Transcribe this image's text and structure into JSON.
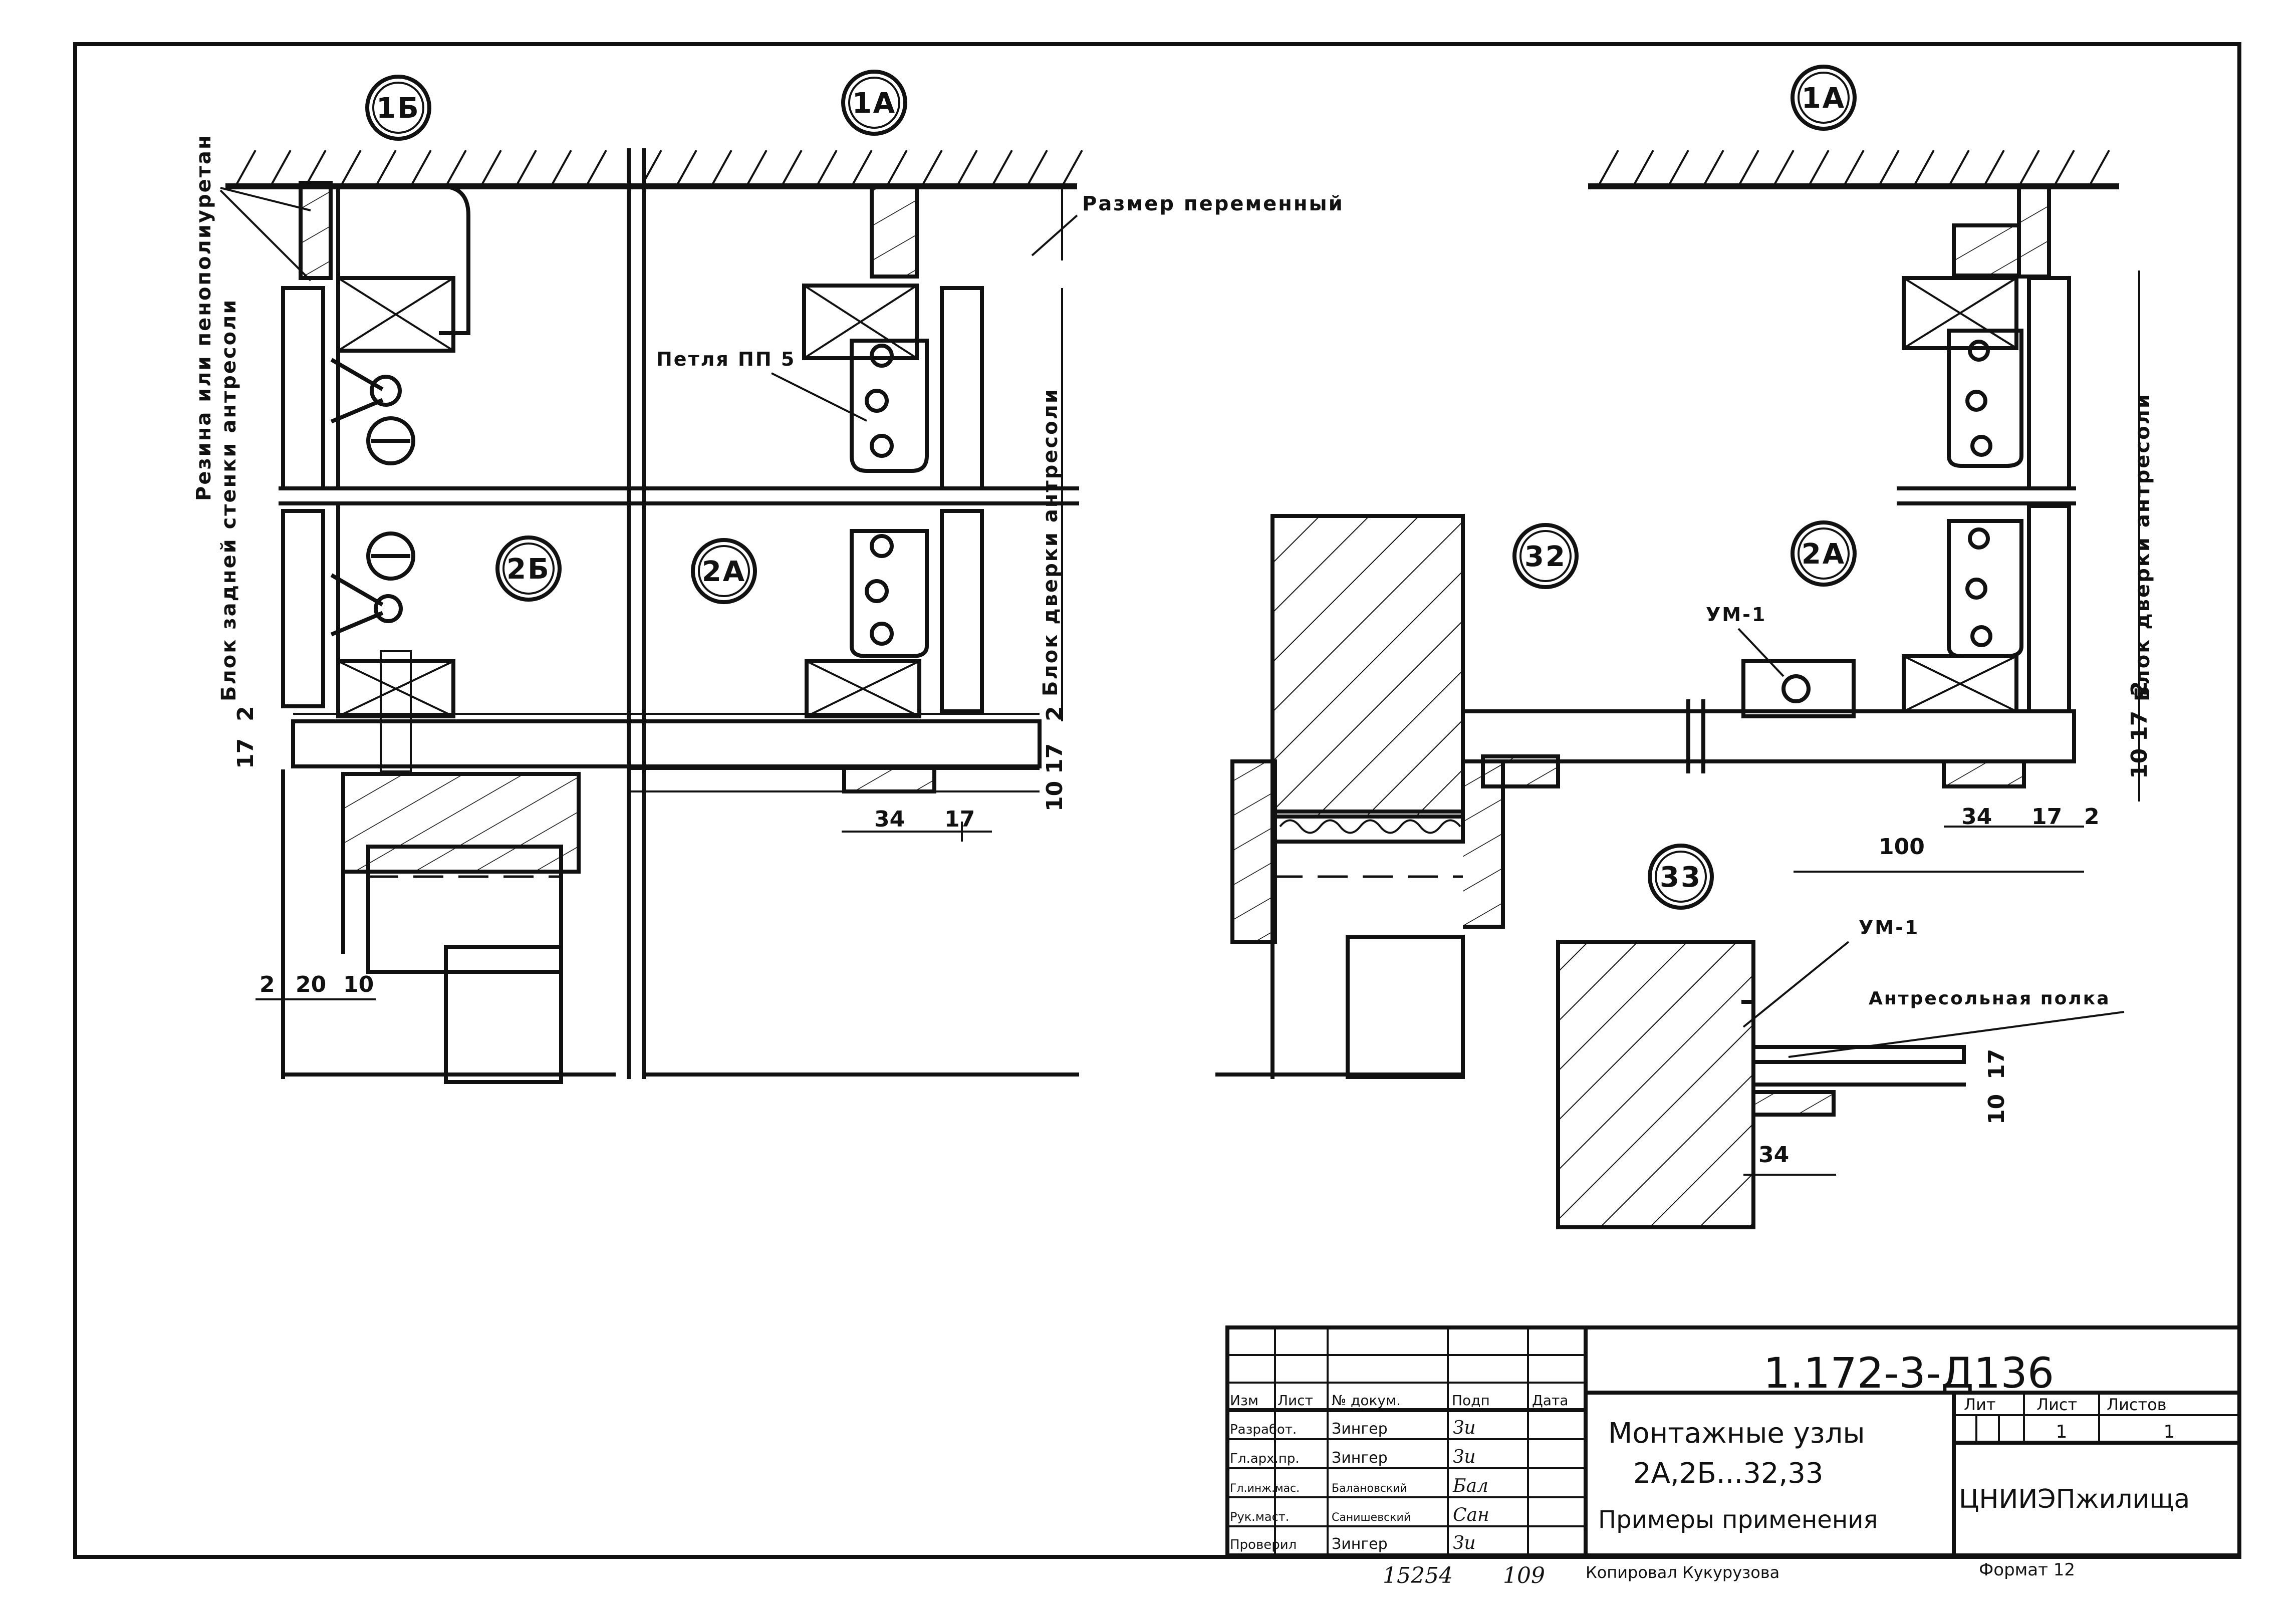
{
  "callouts": {
    "c1b": "1Б",
    "c1a_left": "1А",
    "c1a_right": "1А",
    "c2b": "2Б",
    "c2a_left": "2А",
    "c32": "32",
    "c2a_right": "2А",
    "c33": "33"
  },
  "labels": {
    "rubber_line1": "Резина или пенополиуретан",
    "rubber_line2": "Блок задней стенки антресоли",
    "size_variable": "Размер переменный",
    "hinge": "Петля ПП 5",
    "door_block_left": "Блок дверки антресоли",
    "door_block_right": "Блок дверки антресоли",
    "um1_top": "УМ-1",
    "um1_bottom": "УМ-1",
    "shelf": "Антресольная полка"
  },
  "dims": {
    "d17_l": "17",
    "d2_l": "2",
    "d2_b": "2",
    "d20": "20",
    "d10_b": "10",
    "d17_m": "17",
    "d2_m": "2",
    "d10_m": "10",
    "d34_m": "34",
    "d17_m2": "17",
    "d100": "100",
    "d34_r": "34",
    "d17_r": "17",
    "d2_r": "2",
    "d2_r2": "2",
    "d17_r2": "17",
    "d10_r": "10",
    "d17_s": "17",
    "d10_s": "10",
    "d34_s": "34"
  },
  "title_block": {
    "doc_code": "1.172-3-Д136",
    "title_line1": "Монтажные узлы",
    "title_line2": "2А,2Б...32,33",
    "title_line3": "Примеры применения",
    "org": "ЦНИИЭПжилища",
    "col_izm": "Изм",
    "col_list": "Лист",
    "col_doc": "№ докум.",
    "col_sign": "Подп",
    "col_date": "Дата",
    "h_lit": "Лит",
    "h_list": "Лист",
    "h_listov": "Листов",
    "v_list": "1",
    "v_listov": "1",
    "rows": [
      {
        "role": "Разработ.",
        "name": "Зингер",
        "sign": "Зи"
      },
      {
        "role": "Гл.арх.пр.",
        "name": "Зингер",
        "sign": "Зи"
      },
      {
        "role": "Гл.инж.мас.",
        "name": "Балановский",
        "sign": "Бал"
      },
      {
        "role": "Рук.маст.",
        "name": "Санишевский",
        "sign": "Сан"
      },
      {
        "role": "Проверил",
        "name": "Зингер",
        "sign": "Зи"
      }
    ],
    "below_num1": "15254",
    "below_num2": "109",
    "copied": "Копировал Кукурузова",
    "format": "Формат 12"
  }
}
